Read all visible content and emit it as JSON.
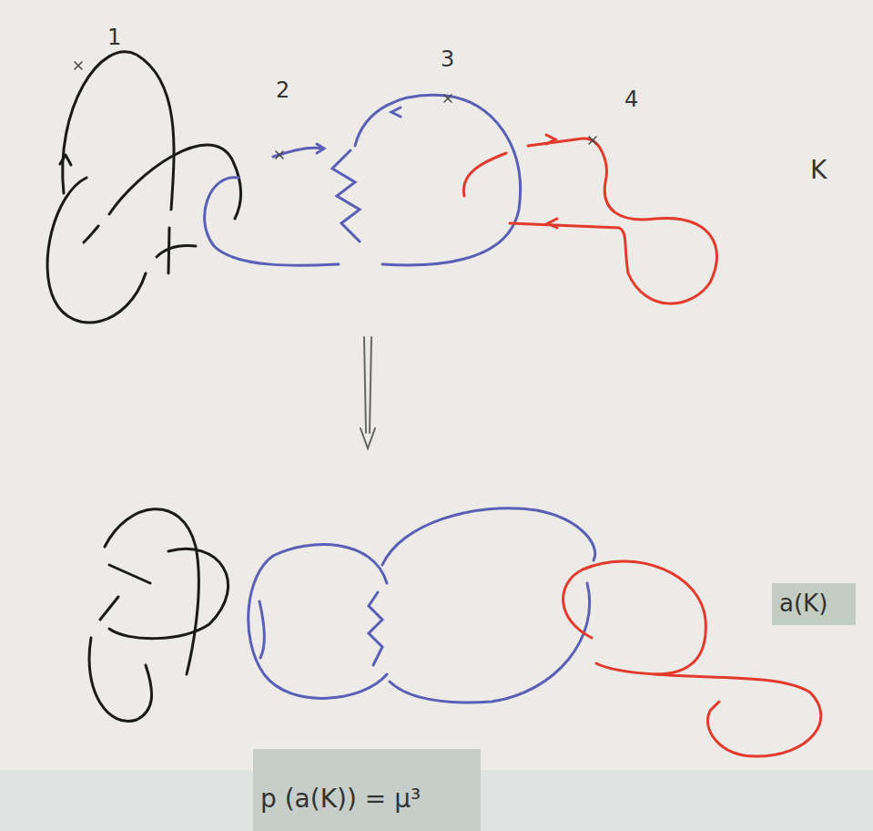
{
  "diagram": {
    "labels": [
      "1",
      "2",
      "3",
      "4",
      "K",
      "a(K)",
      "p (a(K)) = μ³"
    ]
  }
}
